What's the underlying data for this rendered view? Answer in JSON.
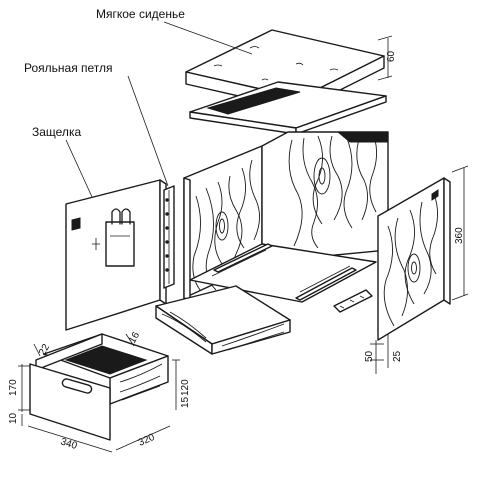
{
  "labels": {
    "soft_seat": "Мягкое сиденье",
    "piano_hinge": "Рояльная петля",
    "latch": "Защелка"
  },
  "dimensions": {
    "seat_height": "60",
    "box_height": "360",
    "leg_50": "50",
    "leg_25": "25",
    "drawer_22": "22",
    "drawer_16": "16",
    "drawer_170": "170",
    "drawer_120": "120",
    "drawer_15": "15",
    "drawer_10": "10",
    "drawer_340": "340",
    "drawer_320": "320"
  }
}
